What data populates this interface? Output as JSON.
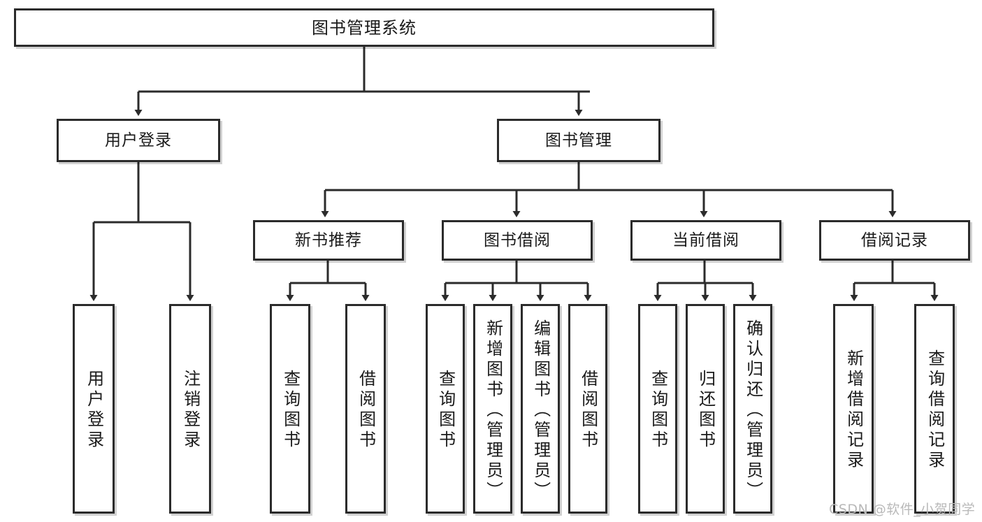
{
  "diagram": {
    "type": "tree-flowchart",
    "title_node": {
      "label": "图书管理系统"
    },
    "level2": [
      {
        "label": "用户登录"
      },
      {
        "label": "图书管理"
      }
    ],
    "level3": [
      {
        "label": "新书推荐"
      },
      {
        "label": "图书借阅"
      },
      {
        "label": "当前借阅"
      },
      {
        "label": "借阅记录"
      }
    ],
    "leaves": {
      "user_login": [
        {
          "label": "用户登录"
        },
        {
          "label": "注销登录"
        }
      ],
      "new_book_recommend": [
        {
          "label": "查询图书"
        },
        {
          "label": "借阅图书"
        }
      ],
      "book_borrow": [
        {
          "label": "查询图书"
        },
        {
          "label": "新增图书（管理员）"
        },
        {
          "label": "编辑图书（管理员）"
        },
        {
          "label": "借阅图书"
        }
      ],
      "current_borrow": [
        {
          "label": "查询图书"
        },
        {
          "label": "归还图书"
        },
        {
          "label": "确认归还（管理员）"
        }
      ],
      "borrow_record": [
        {
          "label": "新增借阅记录"
        },
        {
          "label": "查询借阅记录"
        }
      ]
    },
    "watermark": "CSDN @软件_小贺同学",
    "colors": {
      "stroke": "#2b2b2b",
      "fill": "#ffffff",
      "text": "#1a1a1a",
      "watermark": "#b9b9b9"
    }
  }
}
